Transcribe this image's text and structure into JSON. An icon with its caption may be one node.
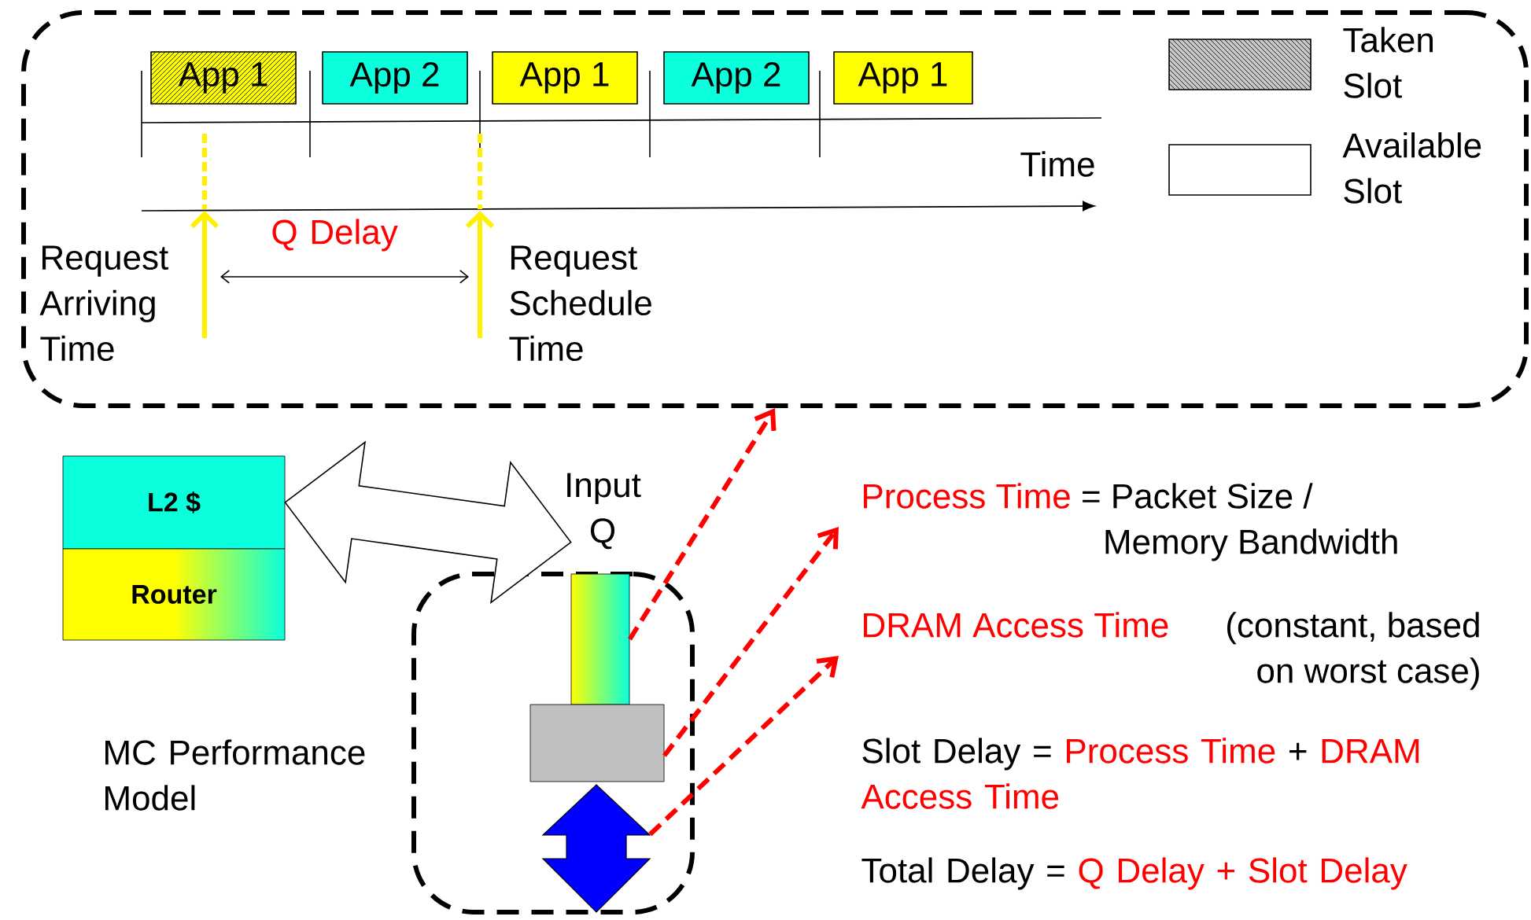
{
  "diagram": {
    "nodes": [
      {
        "text": [],
        "shape": "box"
      },
      {
        "text": [
          "App 1"
        ],
        "in": 0
      },
      {
        "text": [
          "App 2"
        ],
        "in": 0
      },
      {
        "text": [
          "App 1"
        ],
        "in": 0
      },
      {
        "text": [
          "App 2"
        ],
        "in": 0
      },
      {
        "text": [
          "App 1"
        ],
        "in": 0
      },
      {
        "text": [
          "L2 $"
        ]
      },
      {
        "text": [
          "Router"
        ]
      },
      {
        "text": [],
        "shape": "box",
        "beside": [
          "MC Performance Model"
        ]
      },
      {
        "text": [],
        "shape": "bar",
        "in": 8,
        "beside": [
          "Input Q"
        ]
      },
      {
        "text": [],
        "shape": "box",
        "in": 8
      },
      {
        "text": [],
        "shape": "arrow",
        "in": 8
      },
      {
        "text": [
          "Process Time",
          "= Packet Size / Memory Bandwidth"
        ]
      },
      {
        "text": [
          "DRAM Access Time",
          "(constant, based on worst case)"
        ]
      }
    ],
    "edges": [
      {
        "from": 6,
        "to": 9,
        "arrow": "both"
      },
      {
        "from": 9,
        "to": 0,
        "arrow": "to",
        "style": "dashed",
        "color": "#ff0000"
      },
      {
        "from": 10,
        "to": 12,
        "arrow": "to",
        "style": "dashed",
        "color": "#ff0000"
      },
      {
        "from": 11,
        "to": 13,
        "arrow": "to",
        "style": "dashed",
        "color": "#ff0000"
      }
    ],
    "labels": [
      "Time",
      "Q Delay",
      "Request Arriving Time",
      "Request Schedule Time",
      "Slot Delay =",
      "Process Time",
      "+",
      "DRAM Access Time",
      "Total Delay =",
      "Q Delay + Slot Delay"
    ],
    "legend": [
      {
        "text": "Taken Slot"
      },
      {
        "text": "Available Slot"
      }
    ]
  }
}
